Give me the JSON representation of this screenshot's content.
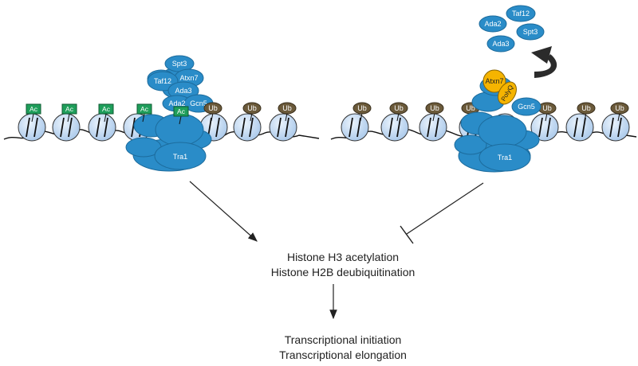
{
  "left_complex": {
    "subunits": [
      "Spt3",
      "Taf12",
      "Atxn7",
      "Ada3",
      "Ada2",
      "Gcn5",
      "Tra1"
    ],
    "acetyl_tag": "Ac",
    "ubiquitin_tag": "Ub"
  },
  "right_complex": {
    "released_subunits": [
      "Ada2",
      "Taf12",
      "Spt3",
      "Ada3"
    ],
    "mutant_subunit": "Atxn7",
    "polyq_label": "PolyQ",
    "subunits": [
      "Gcn5",
      "Tra1"
    ],
    "ubiquitin_tag": "Ub"
  },
  "outcome": {
    "line1": "Histone H3 acetylation",
    "line2": "Histone H2B deubiquitination"
  },
  "result": {
    "line1": "Transcriptional initiation",
    "line2": "Transcriptional elongation"
  },
  "colors": {
    "complex": "#2a8cc8",
    "complex_edge": "#1c6b9c",
    "acetyl": "#1e9e5a",
    "ubiquitin": "#6b5a3a",
    "atxn7_mutant": "#f5b400",
    "nucleosome": "#c9ddf2",
    "release_arrow": "#2b2b2b"
  }
}
